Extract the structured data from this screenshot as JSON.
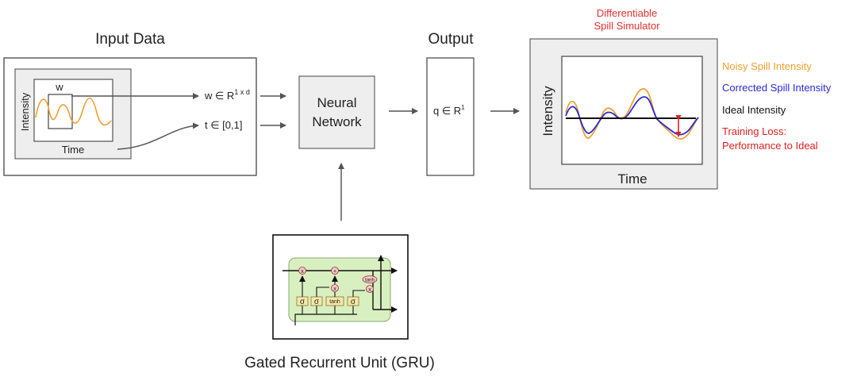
{
  "input_section": {
    "title": "Input Data",
    "mini_plot": {
      "y_label": "Intensity",
      "x_label": "Time",
      "window_label": "w"
    },
    "w_label": "w ∈ R",
    "w_superscript": "1 x d",
    "t_label": "t ∈ [0,1]"
  },
  "network": {
    "line1": "Neural",
    "line2": "Network"
  },
  "output_section": {
    "title": "Output",
    "q_label": "q ∈ R",
    "q_superscript": "1"
  },
  "simulator": {
    "title_line1": "Differentiable",
    "title_line2": "Spill Simulator",
    "y_label": "Intensity",
    "x_label": "Time"
  },
  "legend": {
    "noisy": "Noisy Spill Intensity",
    "corrected": "Corrected Spill Intensity",
    "ideal": "Ideal Intensity",
    "loss_line1": "Training Loss:",
    "loss_line2": "Performance to Ideal"
  },
  "gru": {
    "caption": "Gated Recurrent Unit (GRU)",
    "gates": [
      "σ",
      "σ",
      "tanh",
      "σ"
    ],
    "ops": [
      "x",
      "+",
      "x",
      "x",
      "tanh"
    ]
  },
  "colors": {
    "noisy": "#f0a030",
    "corrected": "#2a2ad8",
    "ideal": "#111111",
    "loss": "#e02020",
    "title_red": "#e83030",
    "gru_fill": "#d8f0c0",
    "gate_fill": "#f5e8a8"
  }
}
